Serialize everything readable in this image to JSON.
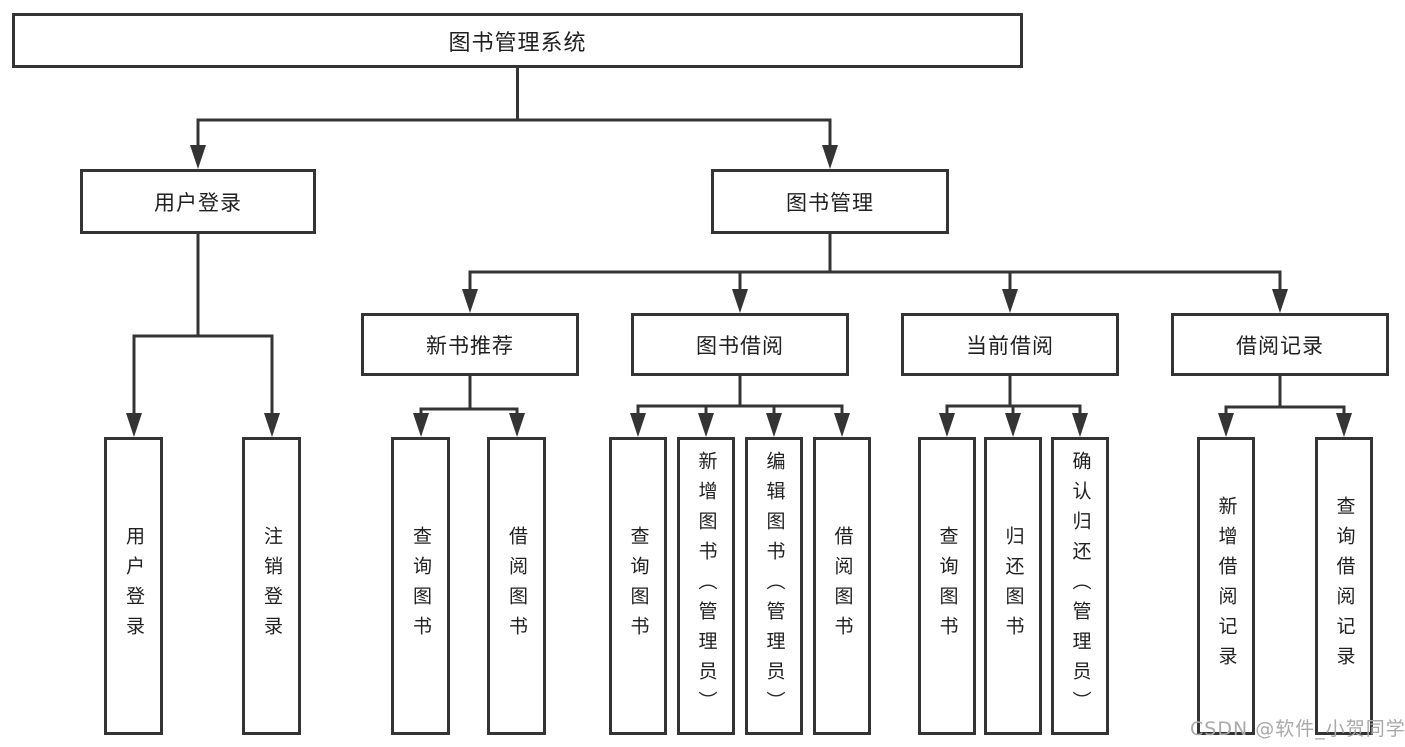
{
  "diagram": {
    "root": "图书管理系统",
    "level2": {
      "user_login": "用户登录",
      "book_management": "图书管理"
    },
    "level3": {
      "new_book_recommendation": "新书推荐",
      "book_borrowing": "图书借阅",
      "current_borrowing": "当前借阅",
      "borrowing_records": "借阅记录"
    },
    "leaves": {
      "user_login": [
        "用户登录",
        "注销登录"
      ],
      "new_book_recommendation": [
        "查询图书",
        "借阅图书"
      ],
      "book_borrowing": [
        "查询图书",
        "新增图书（管理员）",
        "编辑图书（管理员）",
        "借阅图书"
      ],
      "current_borrowing": [
        "查询图书",
        "归还图书",
        "确认归还（管理员）"
      ],
      "borrowing_records": [
        "新增借阅记录",
        "查询借阅记录"
      ]
    },
    "style": {
      "line_color": "#343434",
      "text_color": "#1f1f1f",
      "background": "#ffffff"
    }
  },
  "watermark": {
    "text": "CSDN @软件_小贺同学",
    "color": "#a9a9a9"
  }
}
